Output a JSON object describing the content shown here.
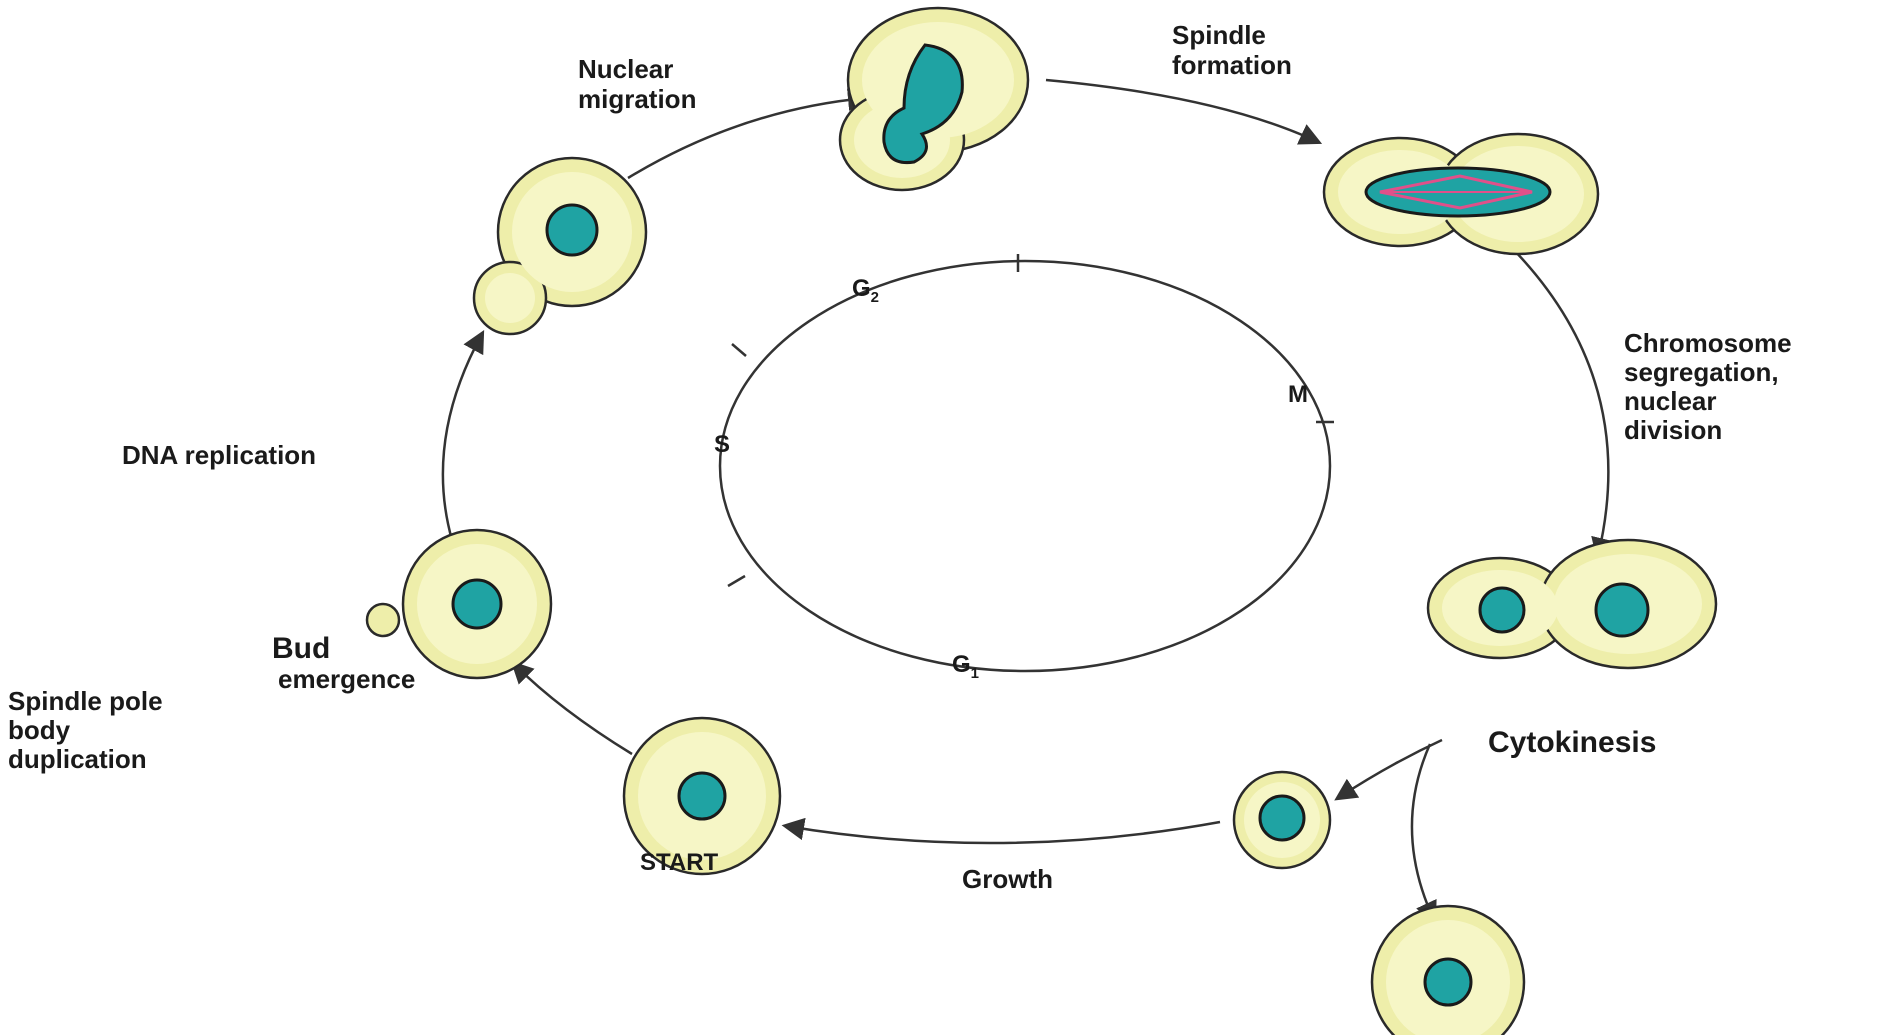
{
  "diagram": {
    "phases": {
      "g2": "G",
      "g2_sub": "2",
      "m": "M",
      "s": "S",
      "g1": "G",
      "g1_sub": "1"
    },
    "events": {
      "nuclear_migration": [
        "Nuclear",
        "migration"
      ],
      "spindle_formation": [
        "Spindle",
        "formation"
      ],
      "chromosome_segregation": [
        "Chromosome",
        "segregation,",
        "nuclear",
        "division"
      ],
      "cytokinesis": "Cytokinesis",
      "growth": "Growth",
      "start": "START",
      "bud_emergence": [
        "Bud",
        "emergence"
      ],
      "spindle_pole_body_duplication": [
        "Spindle pole",
        "body",
        "duplication"
      ],
      "dna_replication": "DNA replication"
    },
    "colors": {
      "cytoplasm": "#eeeeaa",
      "nucleus": "#1fa3a3",
      "spindle": "#e0508a",
      "line": "#333333"
    }
  }
}
